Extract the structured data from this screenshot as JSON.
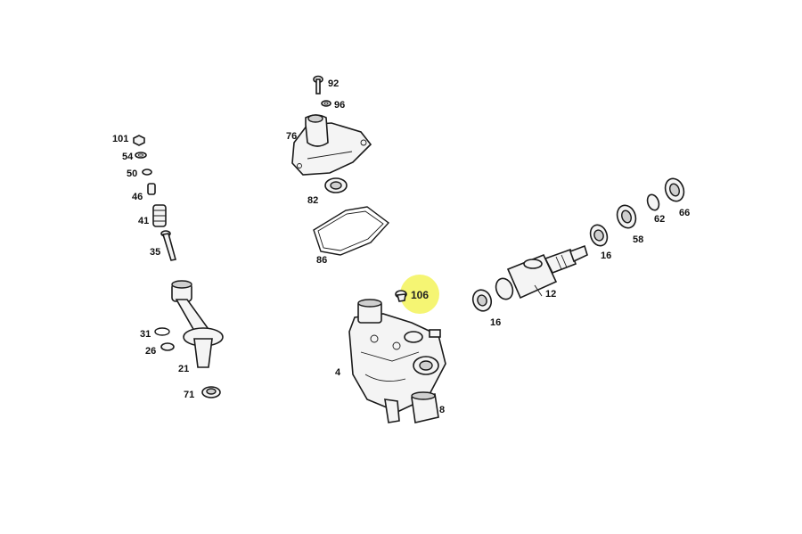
{
  "callouts": {
    "p92": "92",
    "p96": "96",
    "p76": "76",
    "p82": "82",
    "p86": "86",
    "p101": "101",
    "p54": "54",
    "p50": "50",
    "p46": "46",
    "p41": "41",
    "p35": "35",
    "p31": "31",
    "p26": "26",
    "p21": "21",
    "p71": "71",
    "p106": "106",
    "p4": "4",
    "p8": "8",
    "p12": "12",
    "p16a": "16",
    "p16b": "16",
    "p58": "58",
    "p62": "62",
    "p66": "66"
  },
  "highlight_color": "#f3f35a"
}
